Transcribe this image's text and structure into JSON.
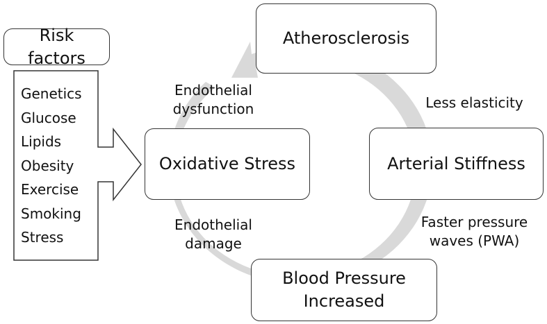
{
  "diagram": {
    "risk_factors": {
      "title": "Risk factors",
      "items": [
        "Genetics",
        "Glucose",
        "Lipids",
        "Obesity",
        "Exercise",
        "Smoking",
        "Stress"
      ]
    },
    "nodes": {
      "oxidative_stress": "Oxidative Stress",
      "atherosclerosis": "Atherosclerosis",
      "arterial_stiffness": "Arterial Stiffness",
      "blood_pressure_line1": "Blood Pressure",
      "blood_pressure_line2": "Increased"
    },
    "edge_labels": {
      "endothelial_dysfunction_line1": "Endothelial",
      "endothelial_dysfunction_line2": "dysfunction",
      "less_elasticity": "Less elasticity",
      "faster_pressure_line1": "Faster pressure",
      "faster_pressure_line2": "waves (PWA)",
      "endothelial_damage_line1": "Endothelial",
      "endothelial_damage_line2": "damage"
    },
    "colors": {
      "cycle_arrow": "#d9d9d9",
      "box_border": "#333333",
      "text": "#111111"
    }
  }
}
